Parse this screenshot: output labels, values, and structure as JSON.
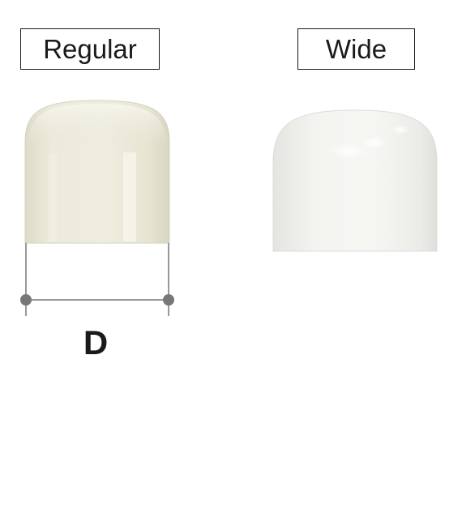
{
  "labels": {
    "regular": "Regular",
    "wide": "Wide"
  },
  "dimension": {
    "letter": "D"
  },
  "colors": {
    "regular_cap": "#ebe9d9",
    "wide_cap": "#f1f1ee",
    "dimension_line": "#777777",
    "label_border": "#1a1a1a",
    "text": "#1a1a1a"
  }
}
